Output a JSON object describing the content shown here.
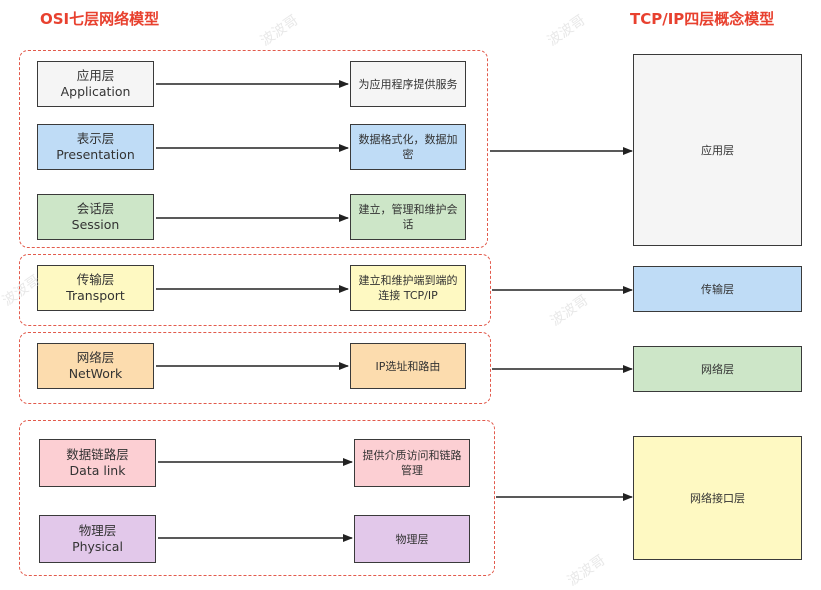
{
  "titles": {
    "osi": "OSI七层网络模型",
    "tcpip": "TCP/IP四层概念模型"
  },
  "osi_layers": [
    {
      "name_cn": "应用层",
      "name_en": "Application",
      "desc": "为应用程序提供服务",
      "color": "#f5f5f5"
    },
    {
      "name_cn": "表示层",
      "name_en": "Presentation",
      "desc": "数据格式化，数据加密",
      "color": "#bfdcf6"
    },
    {
      "name_cn": "会话层",
      "name_en": "Session",
      "desc": "建立，管理和维护会话",
      "color": "#cde6c8"
    },
    {
      "name_cn": "传输层",
      "name_en": "Transport",
      "desc": "建立和维护端到端的连接 TCP/IP",
      "color": "#fef9c2"
    },
    {
      "name_cn": "网络层",
      "name_en": "NetWork",
      "desc": "IP选址和路由",
      "color": "#fcdcae"
    },
    {
      "name_cn": "数据链路层",
      "name_en": "Data link",
      "desc": "提供介质访问和链路管理",
      "color": "#fccfd3"
    },
    {
      "name_cn": "物理层",
      "name_en": "Physical",
      "desc": "物理层",
      "color": "#e2c8ea"
    }
  ],
  "tcpip_layers": [
    {
      "name": "应用层",
      "color": "#f5f5f5"
    },
    {
      "name": "传输层",
      "color": "#bfdcf6"
    },
    {
      "name": "网络层",
      "color": "#cde6c8"
    },
    {
      "name": "网络接口层",
      "color": "#fef9c2"
    }
  ],
  "watermark": "波波哥"
}
